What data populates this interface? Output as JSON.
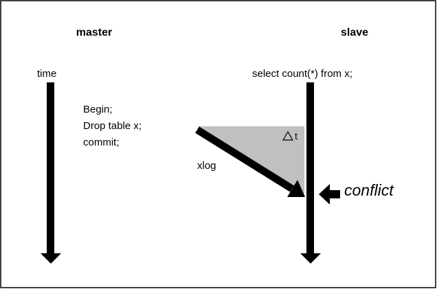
{
  "master": {
    "title": "master",
    "axis_label": "time"
  },
  "slave": {
    "title": "slave",
    "query": "select count(*) from x;"
  },
  "transaction": {
    "lines": [
      "Begin;",
      "Drop table x;",
      "commit;"
    ]
  },
  "replication": {
    "label": "xlog",
    "delay": "t"
  },
  "conflict": {
    "label": "conflict"
  },
  "colors": {
    "line": "#000000",
    "delay_fill": "#c0c0c0",
    "background": "#ffffff"
  }
}
